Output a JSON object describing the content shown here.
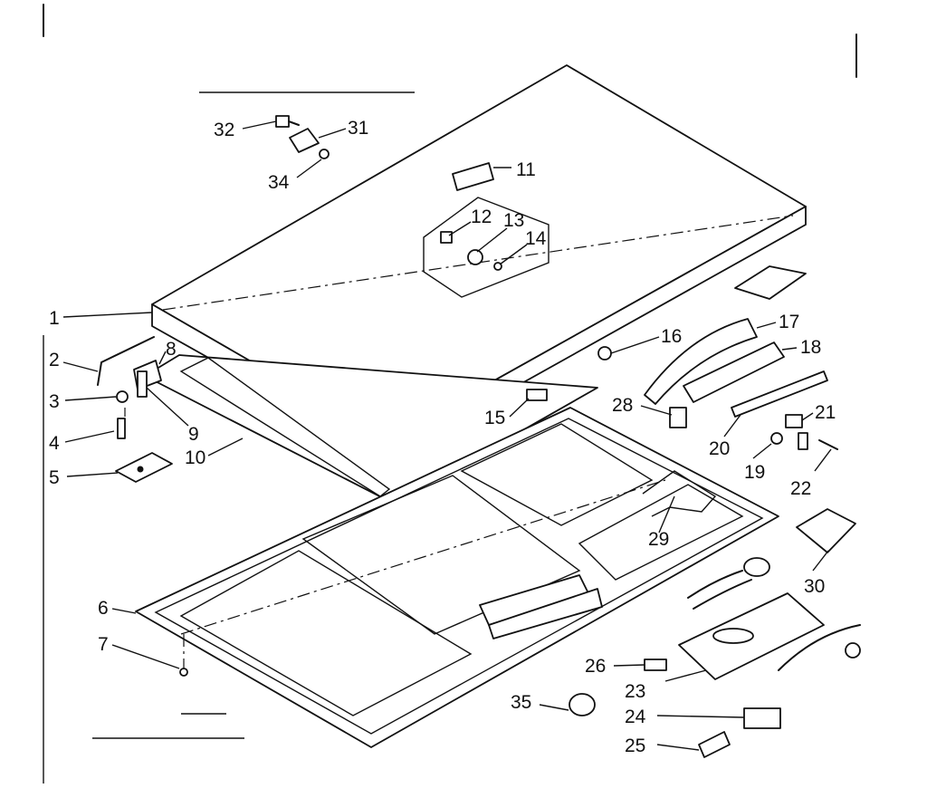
{
  "labels": [
    {
      "id": "1",
      "text": "1"
    },
    {
      "id": "2",
      "text": "2"
    },
    {
      "id": "3",
      "text": "3"
    },
    {
      "id": "4",
      "text": "4"
    },
    {
      "id": "5",
      "text": "5"
    },
    {
      "id": "6",
      "text": "6"
    },
    {
      "id": "7",
      "text": "7"
    },
    {
      "id": "8",
      "text": "8"
    },
    {
      "id": "9",
      "text": "9"
    },
    {
      "id": "10",
      "text": "10"
    },
    {
      "id": "11",
      "text": "11"
    },
    {
      "id": "12",
      "text": "12"
    },
    {
      "id": "13",
      "text": "13"
    },
    {
      "id": "14",
      "text": "14"
    },
    {
      "id": "15",
      "text": "15"
    },
    {
      "id": "16",
      "text": "16"
    },
    {
      "id": "17",
      "text": "17"
    },
    {
      "id": "18",
      "text": "18"
    },
    {
      "id": "19",
      "text": "19"
    },
    {
      "id": "20",
      "text": "20"
    },
    {
      "id": "21",
      "text": "21"
    },
    {
      "id": "22",
      "text": "22"
    },
    {
      "id": "23",
      "text": "23"
    },
    {
      "id": "24",
      "text": "24"
    },
    {
      "id": "25",
      "text": "25"
    },
    {
      "id": "26",
      "text": "26"
    },
    {
      "id": "28",
      "text": "28"
    },
    {
      "id": "29",
      "text": "29"
    },
    {
      "id": "30",
      "text": "30"
    },
    {
      "id": "31",
      "text": "31"
    },
    {
      "id": "32",
      "text": "32"
    },
    {
      "id": "34",
      "text": "34"
    },
    {
      "id": "35",
      "text": "35"
    }
  ]
}
